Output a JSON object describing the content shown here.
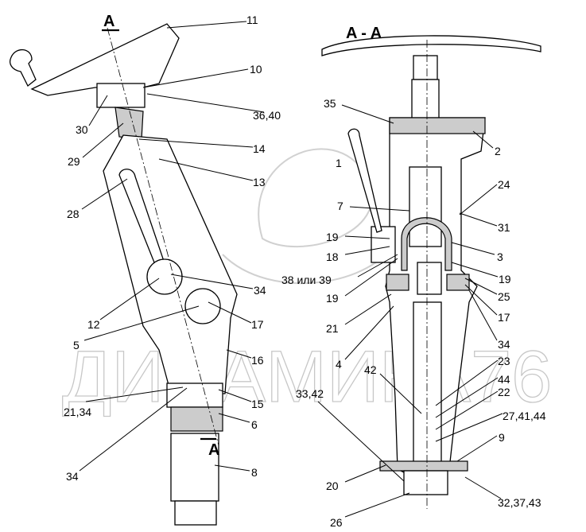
{
  "watermark": "ДИНАМИКА76",
  "left_view": {
    "section_mark_top": "A",
    "section_mark_bottom": "A",
    "labels": [
      "11",
      "10",
      "36,40",
      "30",
      "14",
      "29",
      "13",
      "28",
      "34",
      "12",
      "17",
      "5",
      "16",
      "21,34",
      "15",
      "6",
      "34",
      "8"
    ]
  },
  "right_view": {
    "title": "A - A",
    "labels": [
      "35",
      "2",
      "1",
      "24",
      "7",
      "31",
      "19",
      "18",
      "3",
      "38 или 39",
      "19",
      "19",
      "25",
      "17",
      "21",
      "34",
      "4",
      "23",
      "42",
      "44",
      "22",
      "33,42",
      "27,41,44",
      "9",
      "20",
      "32,37,43",
      "26"
    ]
  }
}
